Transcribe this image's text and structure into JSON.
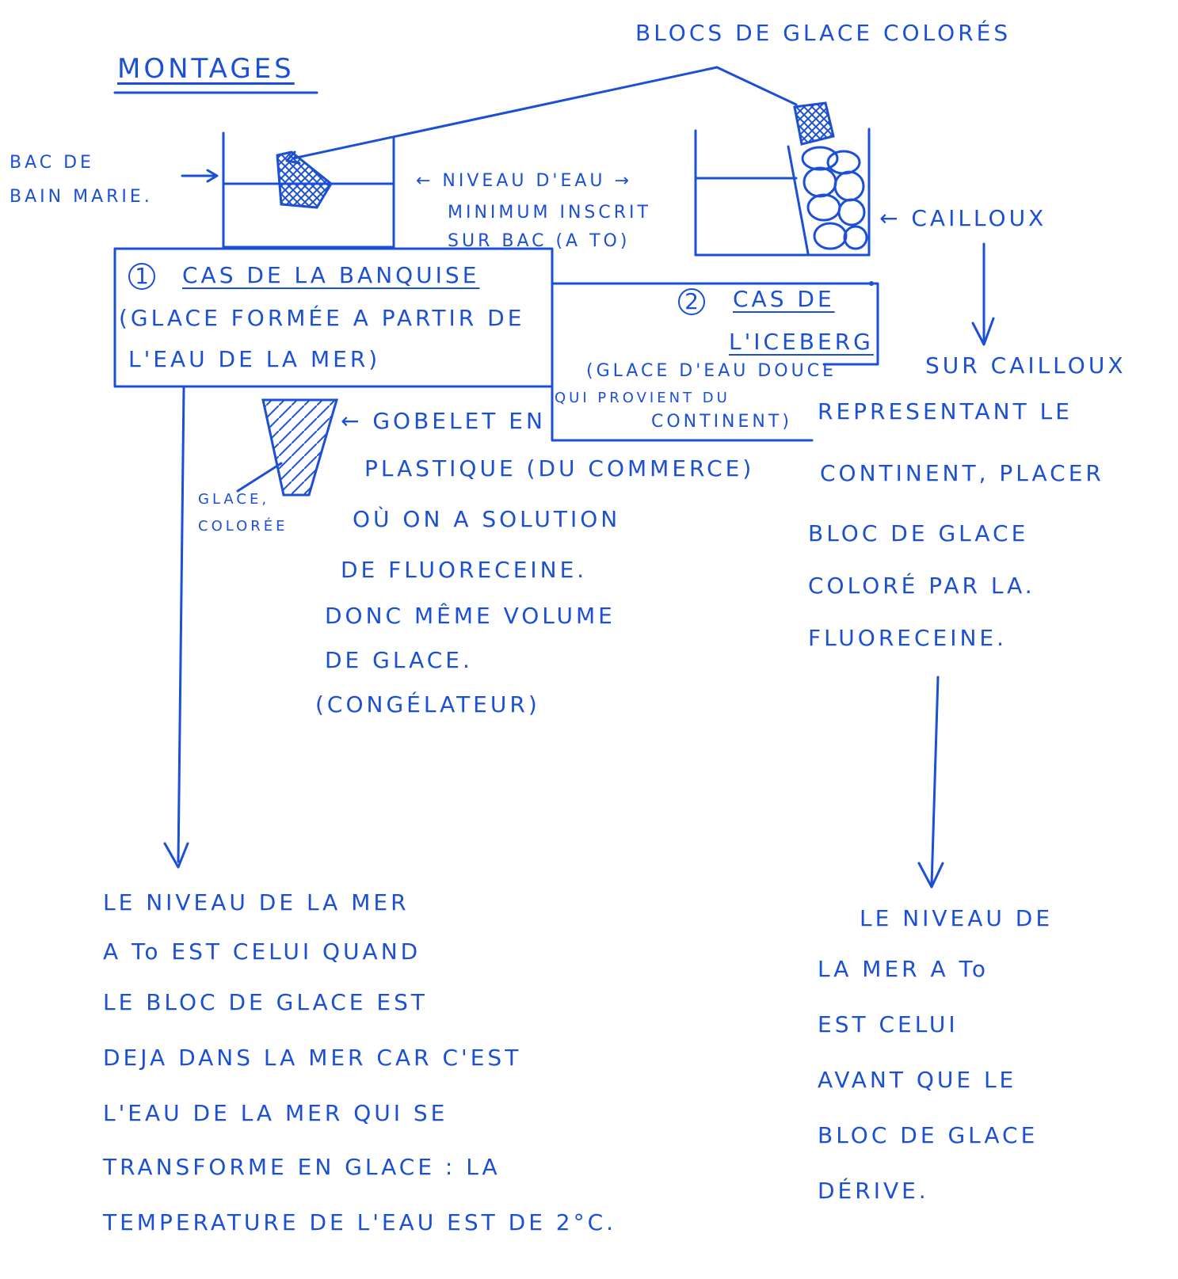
{
  "title": "MONTAGES",
  "colored_blocks_label": "BLOCS DE GLACE COLORÉS",
  "bain_marie_label": [
    "BAC DE",
    "BAIN MARIE."
  ],
  "water_level_label": [
    "← NIVEAU D'EAU →",
    "MINIMUM INSCRIT",
    "SUR BAC (A TO)"
  ],
  "pebbles_label": "← CAILLOUX",
  "case1": {
    "number": "1",
    "title": "CAS DE LA BANQUISE",
    "lines": [
      "(GLACE FORMÉE A PARTIR DE",
      "L'EAU DE LA MER)"
    ]
  },
  "case2": {
    "number": "2",
    "title": [
      "CAS DE",
      "L'ICEBERG"
    ],
    "lines": [
      "(GLACE D'EAU DOUCE",
      "QUI PROVIENT DU",
      "CONTINENT)"
    ]
  },
  "cup_note": {
    "lines": [
      "← GOBELET EN",
      "PLASTIQUE (DU COMMERCE)",
      "OÙ ON A SOLUTION",
      "DE FLUORECEINE.",
      "DONC MÊME VOLUME",
      "DE GLACE.",
      "(CONGÉLATEUR)"
    ]
  },
  "glace_coloree": [
    "GLACE,",
    "COLORÉE"
  ],
  "right_note": {
    "lines": [
      "SUR CAILLOUX",
      "REPRESENTANT LE",
      "CONTINENT, PLACER",
      "BLOC DE GLACE",
      "COLORÉ PAR LA.",
      "FLUORECEINE."
    ]
  },
  "conclusion_left": {
    "lines": [
      "LE NIVEAU DE LA MER",
      "A To EST CELUI QUAND",
      "LE BLOC DE GLACE EST",
      "DEJA DANS LA MER CAR C'EST",
      "L'EAU DE LA MER QUI SE",
      "TRANSFORME EN GLACE : LA",
      "TEMPERATURE DE L'EAU EST DE 2°C."
    ]
  },
  "conclusion_right": {
    "lines": [
      "LE NIVEAU DE",
      "LA MER A To",
      "EST CELUI",
      "AVANT QUE LE",
      "BLOC DE GLACE",
      "DÉRIVE."
    ]
  },
  "colors": {
    "ink": "#1a4fd6",
    "paper": "#ffffff"
  }
}
